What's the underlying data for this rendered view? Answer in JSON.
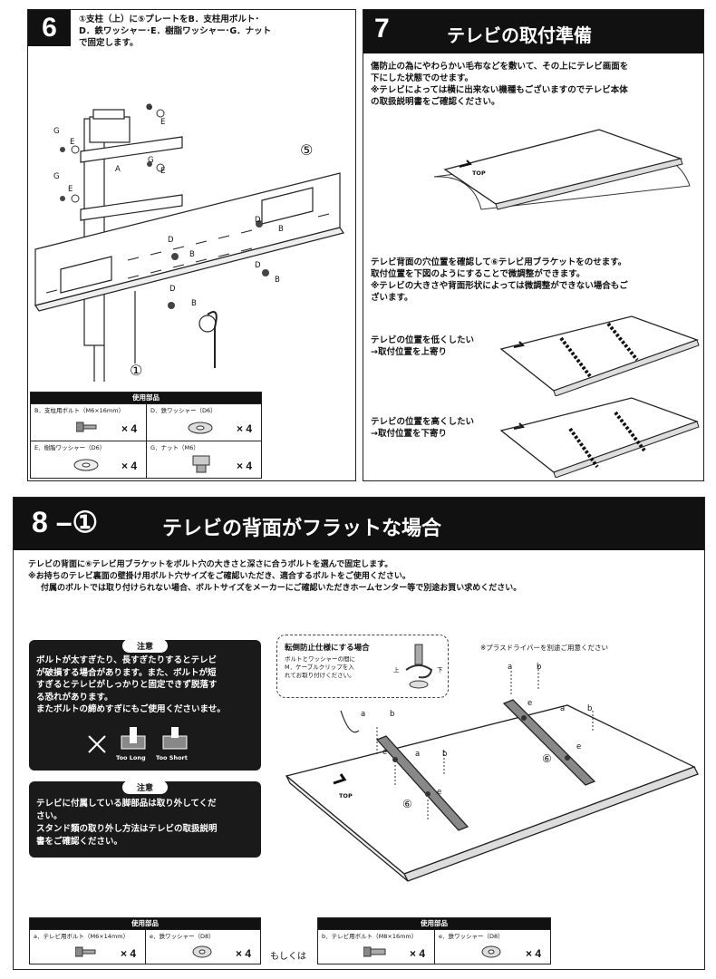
{
  "step6": {
    "number": "6",
    "text_line1": "①支柱（上）に⑤プレートをB．支柱用ボルト･",
    "text_line2": "D．鉄ワッシャー･E．樹脂ワッシャー･G．ナット",
    "text_line3": "で固定します。",
    "labels": {
      "G": "G",
      "E": "E",
      "D": "D",
      "B": "B",
      "five": "⑤",
      "one": "①",
      "A": "A"
    },
    "parts": {
      "title": "使用部品",
      "items": [
        {
          "label": "B．支柱用ボルト（M6×16mm）",
          "qty": "× 4"
        },
        {
          "label": "D．鉄ワッシャー（D6）",
          "qty": "× 4"
        },
        {
          "label": "E．樹脂ワッシャー（D6）",
          "qty": "× 4"
        },
        {
          "label": "G．ナット（M6）",
          "qty": "× 4"
        }
      ]
    }
  },
  "step7": {
    "number": "7",
    "title": "テレビの取付準備",
    "intro1": "傷防止の為にやわらかい毛布などを敷いて、その上にテレビ画面を",
    "intro2": "下にした状態でのせます。",
    "intro3": "※テレビによっては横に出来ない機種もございますのでテレビ本体",
    "intro4": "の取扱説明書をご確認ください。",
    "top_label": "TOP",
    "back1": "テレビ背面の穴位置を確認して⑥テレビ用ブラケットをのせます。",
    "back2": "取付位置を下図のようにすることで微調整ができます。",
    "back3": "※テレビの大きさや背面形状によっては微調整ができない場合もご",
    "back4": "ざいます。",
    "low1": "テレビの位置を低くしたい",
    "low2": "→取付位置を上寄り",
    "high1": "テレビの位置を高くしたい",
    "high2": "→取付位置を下寄り"
  },
  "step8": {
    "number": "8 –①",
    "title": "テレビの背面がフラットな場合",
    "desc1": "テレビの背面に⑥テレビ用ブラケットをボルト穴の大きさと深さに合うボルトを選んで固定します。",
    "desc2": "※お持ちのテレビ裏面の壁掛け用ボルト穴サイズをご確認いただき、適合するボルトをご使用ください。",
    "desc3": "付属のボルトでは取り付けられない場合、ボルトサイズをメーカーにご確認いただきホームセンター等で別途お買い求めください。",
    "caution1": {
      "title": "注意",
      "line1": "ボルトが太すぎたり、長すぎたりするとテレビ",
      "line2": "が破損する場合があります。また、ボルトが短",
      "line3": "すぎるとテレビがしっかりと固定できず脱落す",
      "line4": "る恐れがあります。",
      "line5": "またボルトの締めすぎにもご使用くださいませ。",
      "too_long": "Too Long",
      "too_short": "Too Short"
    },
    "caution2": {
      "title": "注意",
      "line1": "テレビに付属している脚部品は取り外してくだ",
      "line2": "さい。",
      "line3": "スタンド類の取り外し方法はテレビの取扱説明",
      "line4": "書をご確認ください。"
    },
    "anti_fall": {
      "title": "転倒防止仕様にする場合",
      "line1": "ボルトとワッシャーの間に",
      "line2": "M．ケーブルクリップを入",
      "line3": "れてお取り付けください。",
      "up": "上",
      "down": "下"
    },
    "driver_note": "※プラスドライバーを別途ご用意ください",
    "labels": {
      "a": "a",
      "b": "b",
      "e": "e",
      "six": "⑥",
      "top": "TOP"
    },
    "parts_left": {
      "title": "使用部品",
      "items": [
        {
          "label": "a．テレビ用ボルト（M6×14mm）",
          "qty": "× 4"
        },
        {
          "label": "e．鉄ワッシャー（D8）",
          "qty": "× 4"
        }
      ]
    },
    "or_label": "もしくは",
    "parts_right": {
      "title": "使用部品",
      "items": [
        {
          "label": "b．テレビ用ボルト（M8×16mm）",
          "qty": "× 4"
        },
        {
          "label": "e．鉄ワッシャー（D8）",
          "qty": "× 4"
        }
      ]
    }
  }
}
